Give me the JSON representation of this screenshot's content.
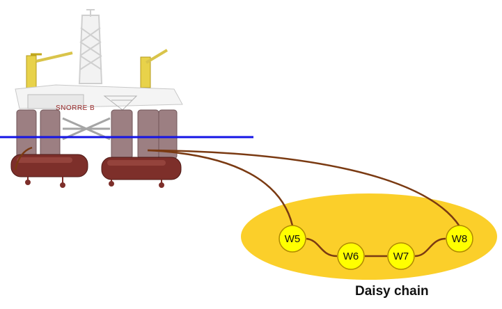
{
  "rig": {
    "name": "SNORRE B"
  },
  "wells": [
    {
      "id": "w5",
      "label": "W5"
    },
    {
      "id": "w6",
      "label": "W6"
    },
    {
      "id": "w7",
      "label": "W7"
    },
    {
      "id": "w8",
      "label": "W8"
    }
  ],
  "caption": "Daisy chain",
  "colors": {
    "sea_line": "#1414e6",
    "flowline": "#7a3a12",
    "field_ellipse": "#fbcf2a",
    "well_fill": "#ffff00",
    "well_stroke": "#b08a00",
    "pontoon": "#7d2f2a",
    "column": "#9c7f82"
  }
}
